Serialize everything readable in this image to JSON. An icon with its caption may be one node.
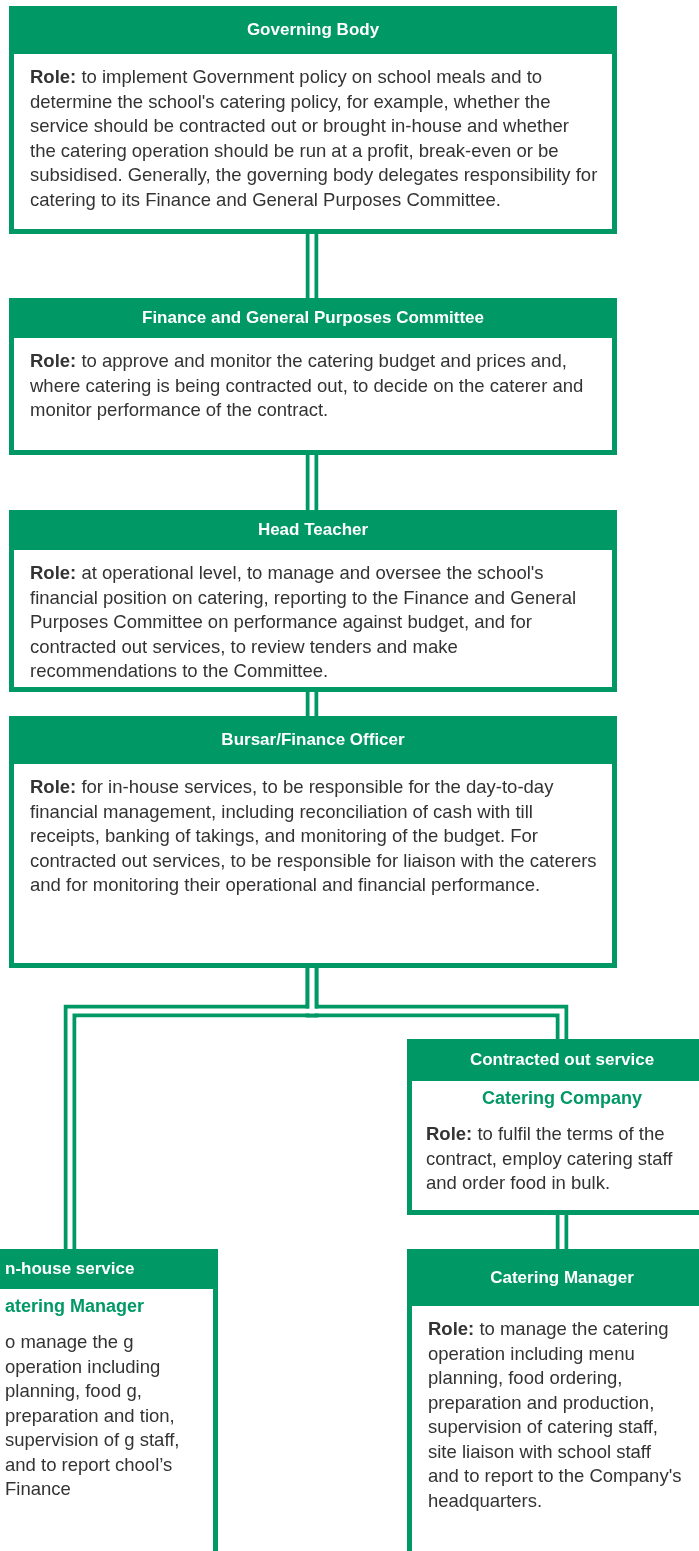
{
  "diagram": {
    "nodes": [
      {
        "text": [
          "Governing Body",
          "**Role:** to implement Government policy on school meals and to determine the school's catering policy, for example, whether the service should be contracted out or brought in-house and whether the catering operation should be run at a profit, break-even or be subsidised.  Generally, the governing body delegates responsibility for catering to its Finance and General Purposes Committee."
        ]
      },
      {
        "text": [
          "Finance and General Purposes Committee",
          "**Role:**  to approve and monitor the catering budget and prices and, where catering is being contracted out, to decide on the caterer and monitor performance of the contract."
        ]
      },
      {
        "text": [
          "Head Teacher",
          "**Role:** at operational level, to manage and oversee the school's financial position on catering, reporting to the Finance and General Purposes Committee on performance against budget, and for contracted out services, to review tenders and make recommendations to the Committee."
        ]
      },
      {
        "text": [
          "Bursar/Finance Officer",
          "**Role:** for in-house services, to be responsible for the day-to-day financial management, including reconciliation of cash with till receipts, banking of takings, and monitoring of the budget.  For contracted out services, to be responsible for liaison with the caterers and for monitoring their operational and financial performance."
        ]
      },
      {
        "text": [
          "Contracted out service",
          "Catering Company",
          "**Role:** to fulfil the terms of the contract, employ catering staff and order food in bulk."
        ]
      },
      {
        "text": [
          "n-house service",
          "atering Manager",
          "o manage the g operation including planning, food g, preparation and tion, supervision of g staff, and to report chool’s Finance"
        ]
      },
      {
        "text": [
          "Catering Manager",
          "**Role:** to manage the catering operation including menu planning, food ordering, preparation and production, supervision of catering staff, site liaison with school staff and to report to the Company's headquarters."
        ]
      }
    ],
    "edges": [
      {
        "from": 0,
        "to": 1,
        "arrow": "none"
      },
      {
        "from": 1,
        "to": 2,
        "arrow": "none"
      },
      {
        "from": 2,
        "to": 3,
        "arrow": "none"
      },
      {
        "from": 3,
        "to": 4,
        "arrow": "none"
      },
      {
        "from": 3,
        "to": 5,
        "arrow": "none"
      },
      {
        "from": 4,
        "to": 6,
        "arrow": "none"
      }
    ]
  }
}
